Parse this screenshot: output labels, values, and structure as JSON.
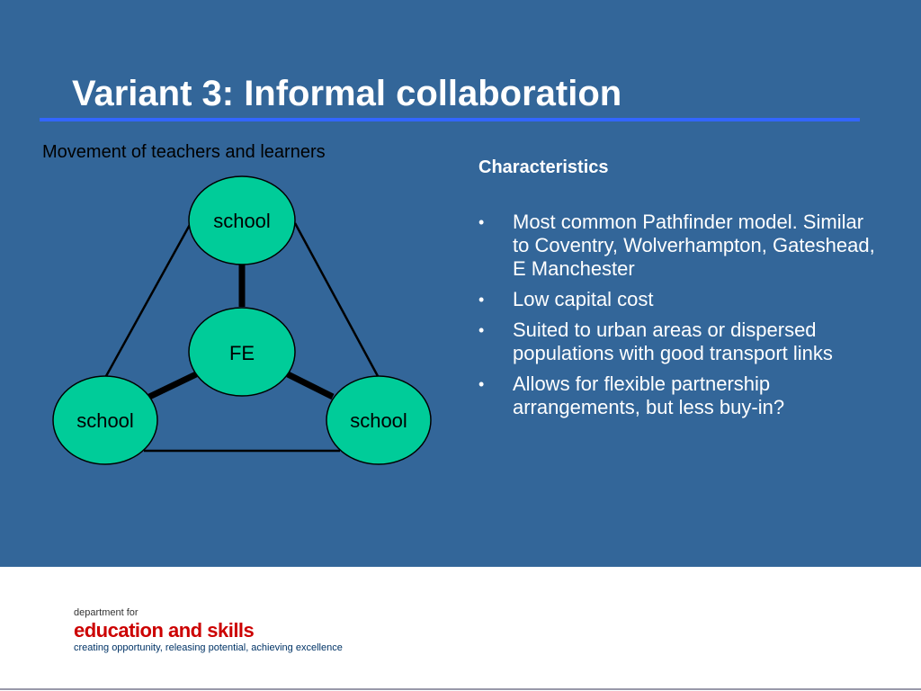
{
  "title": "Variant 3: Informal collaboration",
  "diagram": {
    "caption": "Movement of teachers and learners",
    "nodes": {
      "top": "school",
      "center": "FE",
      "left": "school",
      "right": "school"
    },
    "colors": {
      "node_fill": "#00cc99",
      "line": "#000000"
    }
  },
  "characteristics": {
    "heading": "Characteristics",
    "bullets": [
      "Most common Pathfinder model. Similar to Coventry, Wolverhampton, Gateshead, E Manchester",
      "Low capital cost",
      "Suited to urban areas or dispersed populations with good transport links",
      "Allows for flexible partnership arrangements, but less buy-in?"
    ],
    "bullet_symbol": "•"
  },
  "logo": {
    "line1": "department for",
    "line2": "education and skills",
    "line3": "creating opportunity, releasing potential, achieving excellence"
  },
  "colors": {
    "background": "#336699",
    "title_rule": "#3366ff",
    "text": "#ffffff",
    "logo_red": "#cc0000"
  }
}
